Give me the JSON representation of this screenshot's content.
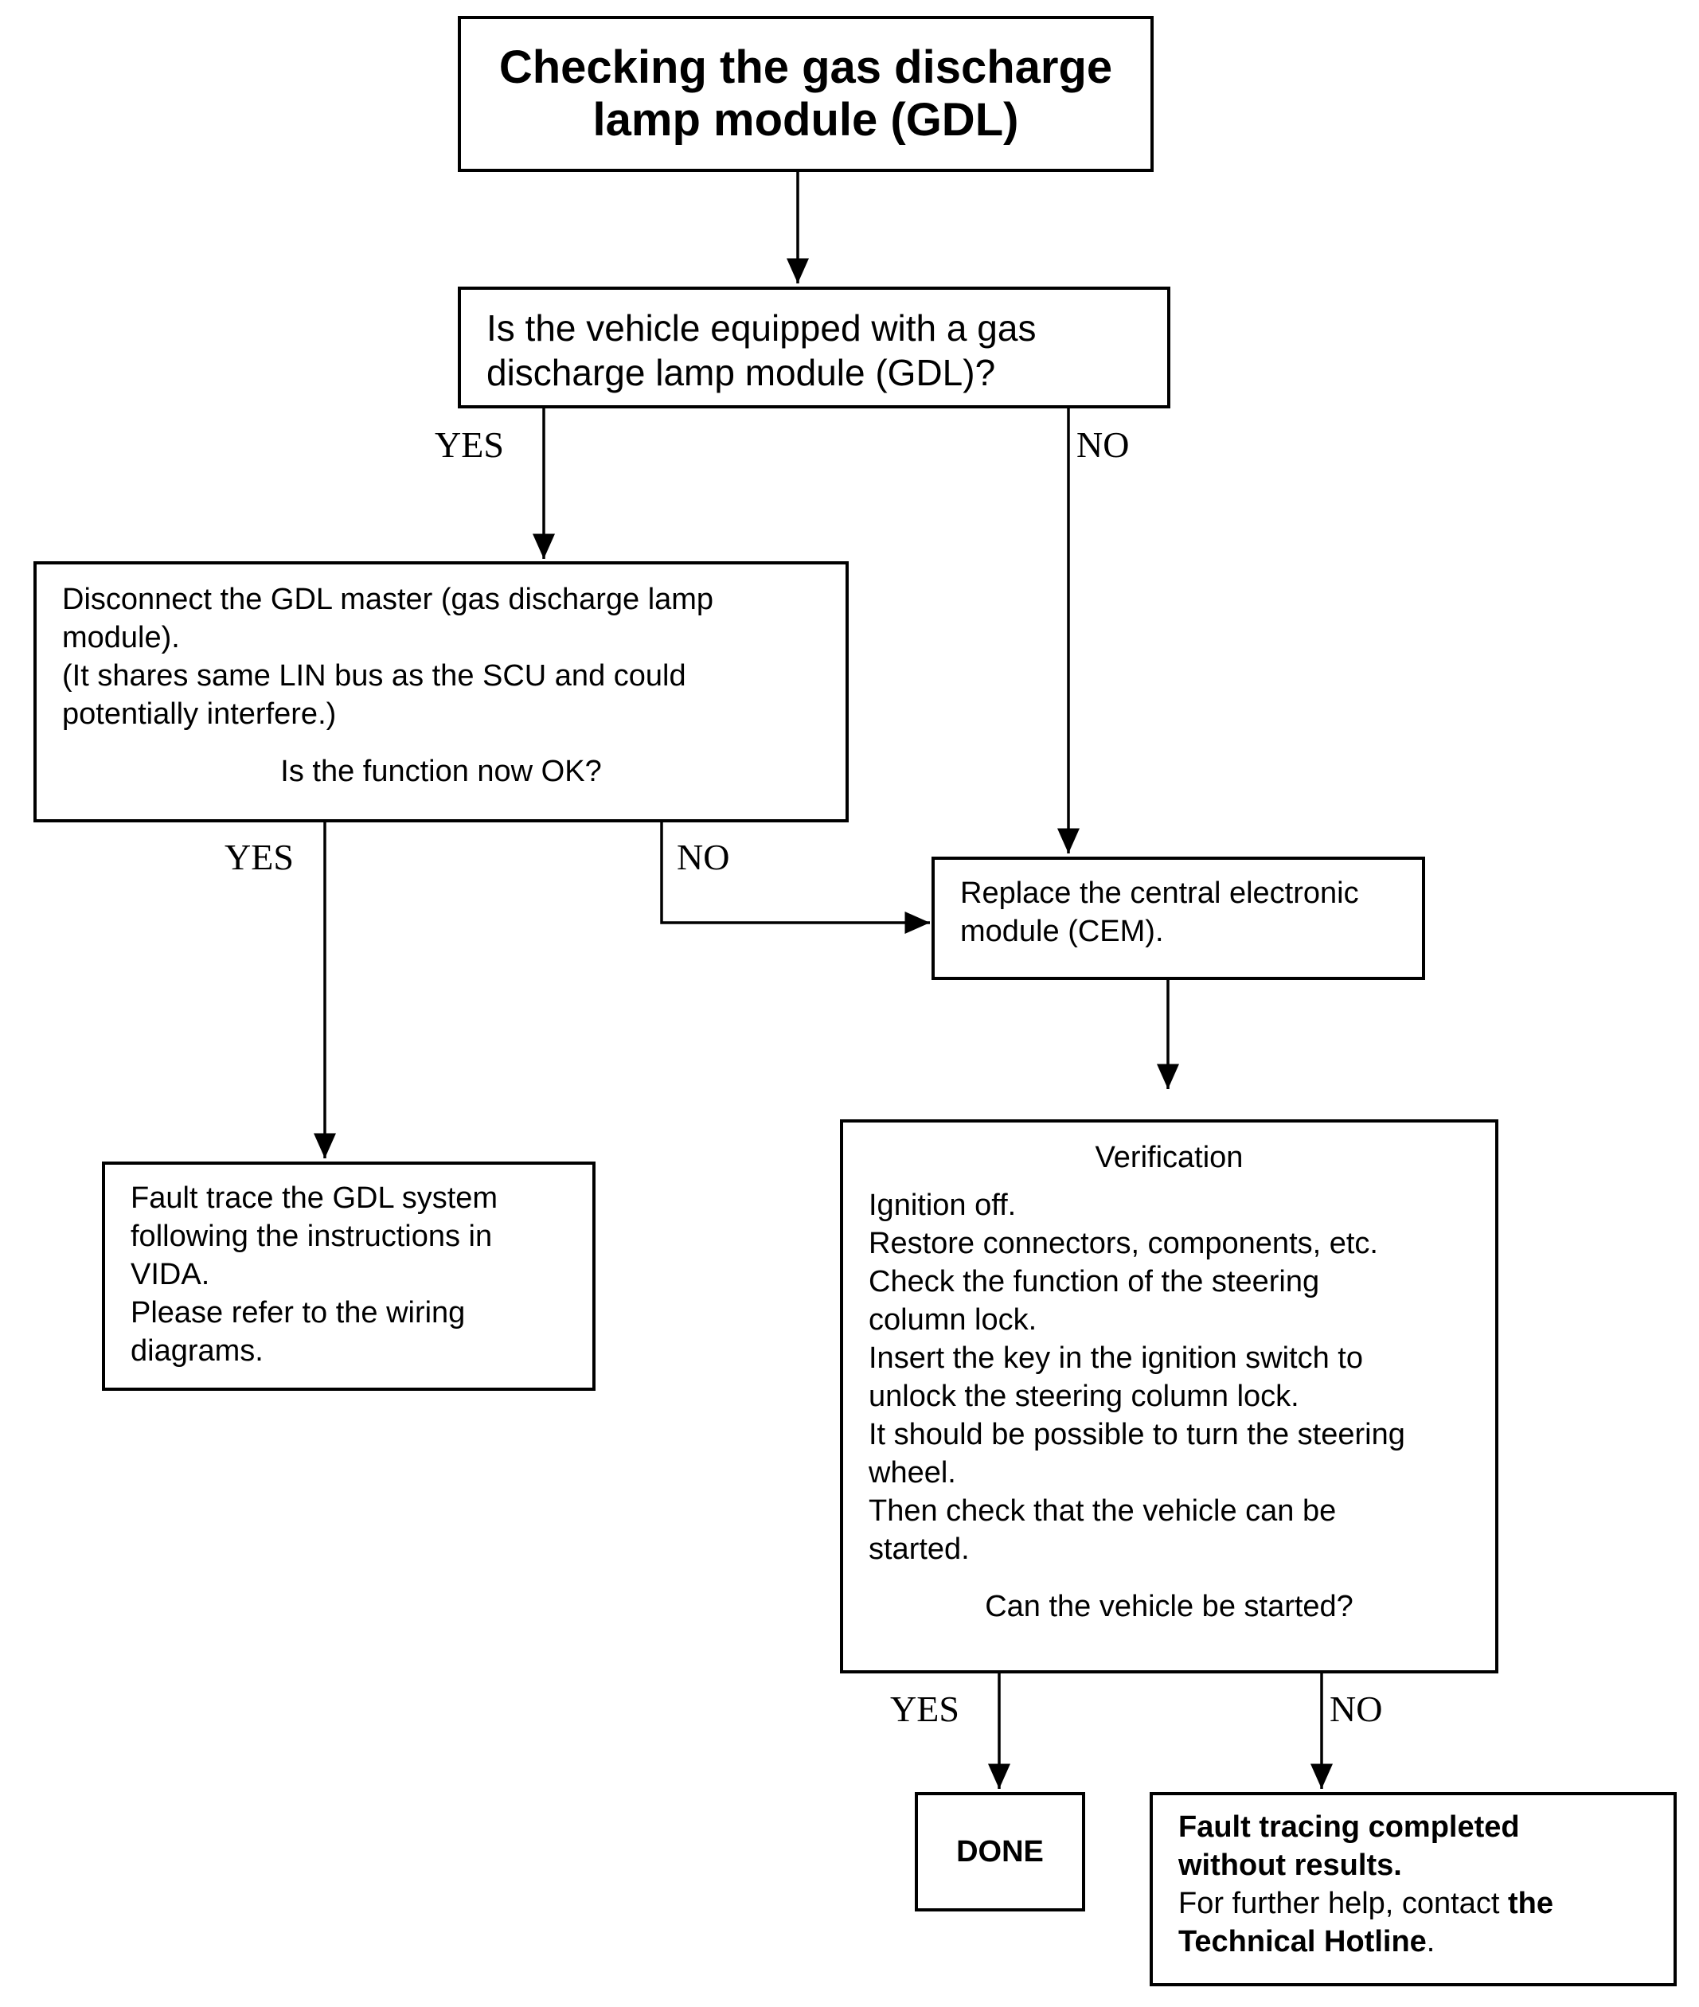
{
  "title": {
    "line1": "Checking the gas discharge",
    "line2": "lamp module (GDL)"
  },
  "question1": {
    "line1": "Is the vehicle equipped with a gas",
    "line2": "discharge lamp module (GDL)?"
  },
  "disconnect": {
    "line1": "Disconnect the GDL master (gas discharge lamp",
    "line2": "module).",
    "line3": "(It shares same LIN bus as the SCU and could",
    "line4": "potentially interfere.)",
    "question": "Is the function now OK?"
  },
  "replace": {
    "line1": "Replace the central electronic",
    "line2": "module (CEM)."
  },
  "fault_trace": {
    "line1": "Fault trace the GDL system",
    "line2": "following the instructions in",
    "line3": "VIDA.",
    "line4": "Please refer to the wiring",
    "line5": "diagrams."
  },
  "verification": {
    "heading": "Verification",
    "lines": [
      "Ignition off.",
      "Restore connectors, components, etc.",
      "Check the function of the steering",
      "column lock.",
      "Insert the key in the ignition switch to",
      "unlock the steering column lock.",
      "It should be possible to turn the steering",
      "wheel.",
      "Then check that the vehicle can be",
      "started."
    ],
    "question": "Can the vehicle be started?"
  },
  "done": {
    "label": "DONE"
  },
  "fault_complete": {
    "line1": "Fault tracing completed",
    "line2": "without results.",
    "line3_normal": "For further help, contact ",
    "line3_bold": "the",
    "line4_bold": "Technical Hotline",
    "line4_normal": "."
  },
  "labels": {
    "q1_yes": "YES",
    "q1_no": "NO",
    "q2_yes": "YES",
    "q2_no": "NO",
    "q3_yes": "YES",
    "q3_no": "NO"
  }
}
